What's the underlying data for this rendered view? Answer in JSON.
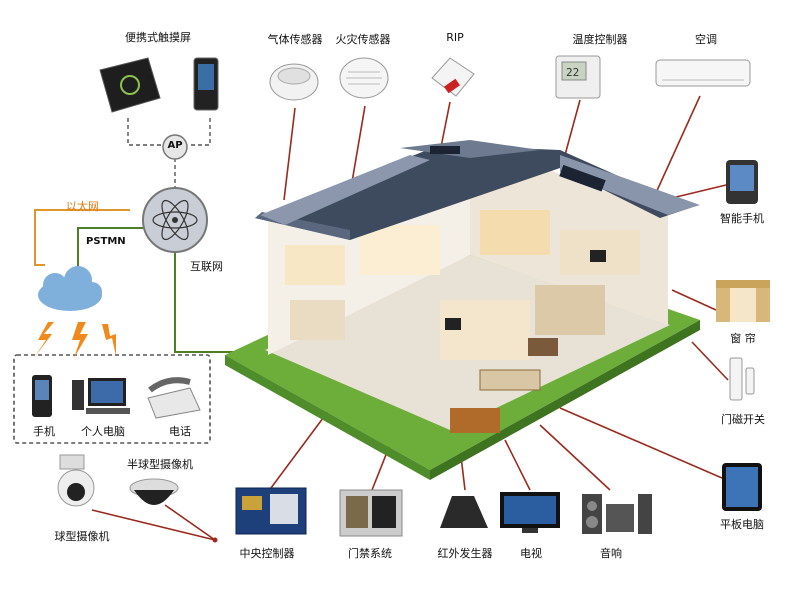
{
  "labels": {
    "touchscreen": "便携式触摸屏",
    "gas_sensor": "气体传感器",
    "fire_sensor": "火灾传感器",
    "rip": "RIP",
    "thermostat": "温度控制器",
    "aircon": "空调",
    "ap": "AP",
    "ethernet": "以太网",
    "pstmn": "PSTMN",
    "internet": "互联网",
    "smartphone": "智能手机",
    "curtain": "窗 帘",
    "door_switch": "门磁开关",
    "tablet": "平板电脑",
    "phone": "手机",
    "pc": "个人电脑",
    "telephone": "电话",
    "dome_camera": "半球型摄像机",
    "ball_camera": "球型摄像机",
    "controller": "中央控制器",
    "access": "门禁系统",
    "ir": "红外发生器",
    "tv": "电视",
    "audio": "音响"
  },
  "colors": {
    "link_red": "#9a2a1e",
    "link_green": "#4f7f24",
    "link_orange": "#e0962a",
    "dash_gray": "#555555",
    "cloud": "#7fb0dc",
    "lightning": "#f08a1c",
    "lawn": "#6dae3a",
    "roof": "#3e4a5e"
  },
  "icons": [
    "touchscreen-icon",
    "gas-sensor-icon",
    "fire-sensor-icon",
    "rip-sensor-icon",
    "thermostat-icon",
    "aircon-icon",
    "ap-node-icon",
    "internet-hub-icon",
    "cloud-icon",
    "lightning-icon",
    "smartphone-icon",
    "curtain-icon",
    "door-switch-icon",
    "tablet-icon",
    "mobile-phone-icon",
    "pc-icon",
    "telephone-icon",
    "dome-camera-icon",
    "ball-camera-icon",
    "controller-board-icon",
    "access-panel-icon",
    "ir-emitter-icon",
    "tv-icon",
    "speaker-icon",
    "house-icon"
  ]
}
